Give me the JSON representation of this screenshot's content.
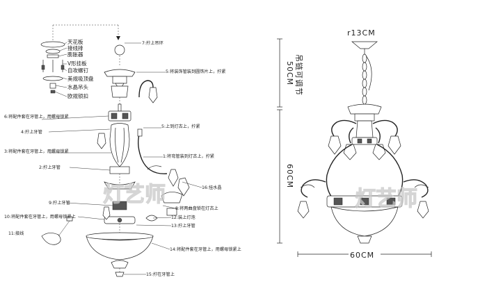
{
  "exploded": {
    "top_labels": [
      "天花板",
      "接线排",
      "膨胀器",
      "V形挂板",
      "自攻螺钉",
      "美规吸顶盘",
      "水晶吊头",
      "欧规锁扣"
    ],
    "steps": {
      "s7": "7:拧上吊环",
      "s5a": "5:将装饰管装到圆铁片上，拧紧",
      "s6": "6:将配件套在牙管上，用螺母锁紧",
      "s4": "4:拧上牙管",
      "s5b": "5:上到灯古上，拧紧",
      "s3": "3:将配件套在牙管上，用螺母锁紧",
      "s1": "1:将弯管装到灯古上，拧紧",
      "s2": "2:拧上牙管",
      "s16": "16:挂水晶",
      "s9": "9:拧上牙管",
      "s8": "8:将两曲盘锁在灯古上",
      "s10": "10:将配件套在牙管上，用螺母锁紧上",
      "s12": "12:装上灯泡",
      "s13": "13:拧上牙管",
      "s11": "11:接线",
      "s14": "14:将配件套在牙管上，用螺母锁紧上",
      "s15": "15:拧在牙管上"
    }
  },
  "dimensions": {
    "top": "r13CM",
    "chain_height": "50CM",
    "chain_note": "吊链可调节",
    "body_height": "60CM",
    "width": "60CM"
  },
  "watermark": "灯艺师"
}
